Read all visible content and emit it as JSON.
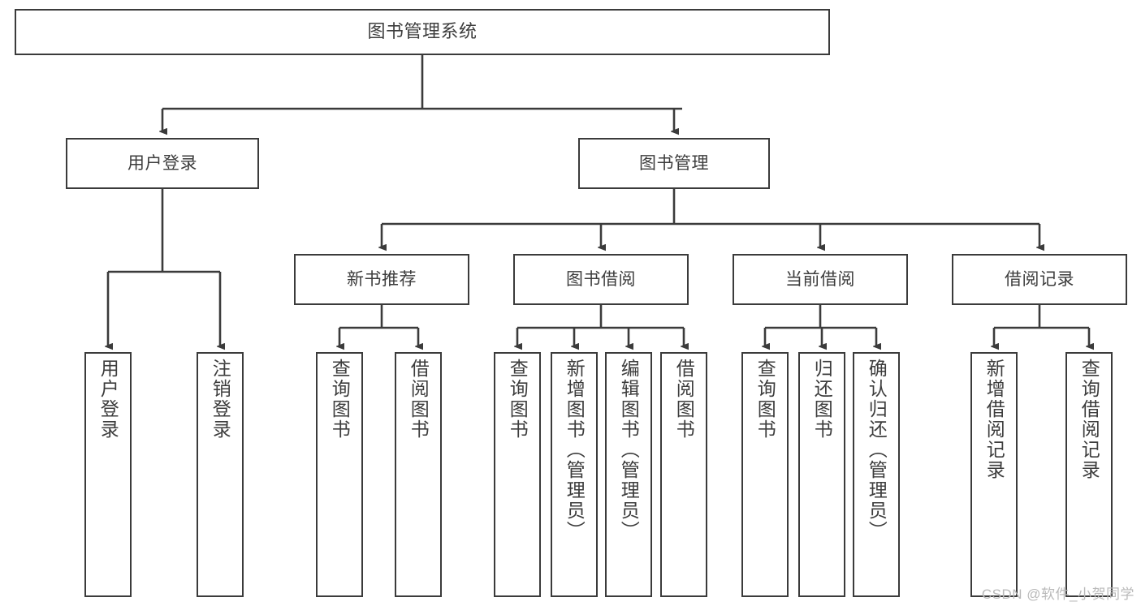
{
  "diagram": {
    "title": "图书管理系统",
    "type": "功能结构图",
    "line_color": "#3b3b3b",
    "text_color": "#3d3d3d",
    "background": "#ffffff"
  },
  "root": {
    "label": "图书管理系统"
  },
  "level1": [
    {
      "label": "用户登录"
    },
    {
      "label": "图书管理"
    }
  ],
  "level2": [
    {
      "label": "新书推荐"
    },
    {
      "label": "图书借阅"
    },
    {
      "label": "当前借阅"
    },
    {
      "label": "借阅记录"
    }
  ],
  "leaves": {
    "user_login": [
      {
        "label": "用户登录"
      },
      {
        "label": "注销登录"
      }
    ],
    "new_book": [
      {
        "label": "查询图书"
      },
      {
        "label": "借阅图书"
      }
    ],
    "book_borrow": [
      {
        "label": "查询图书"
      },
      {
        "label": "新增图书（管理员）"
      },
      {
        "label": "编辑图书（管理员）"
      },
      {
        "label": "借阅图书"
      }
    ],
    "current_borrow": [
      {
        "label": "查询图书"
      },
      {
        "label": "归还图书"
      },
      {
        "label": "确认归还（管理员）"
      }
    ],
    "borrow_record": [
      {
        "label": "新增借阅记录"
      },
      {
        "label": "查询借阅记录"
      }
    ]
  },
  "watermark": {
    "text": "CSDN @软件_小贺同学"
  }
}
